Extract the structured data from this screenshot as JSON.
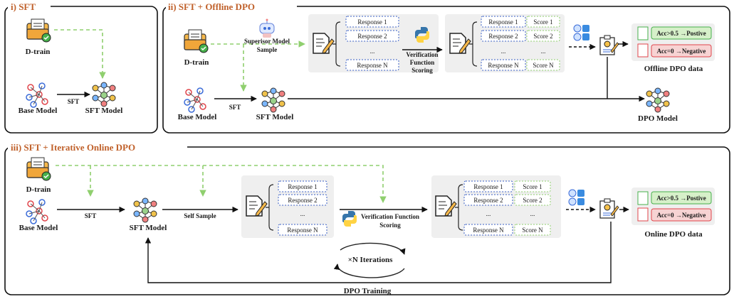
{
  "panels": {
    "sft": {
      "title": "i) SFT",
      "dtrain": "D-train",
      "base": "Base Model",
      "arrow": "SFT",
      "sftmodel": "SFT Model"
    },
    "offline": {
      "title": "ii)  SFT + Offline DPO",
      "dtrain": "D-train",
      "superior1": "Superisor Model",
      "superior2": "Sample",
      "responses": [
        "Response 1",
        "Response 2",
        "...",
        "Response N"
      ],
      "verif": [
        "Verification",
        "Function",
        "Scoring"
      ],
      "scores": [
        "Score 1",
        "Score 2",
        "...",
        "Score N"
      ],
      "positive": "Acc>0.5 →Postive",
      "negative": "Acc=0 →Negative",
      "data_label": "Offline DPO data",
      "base": "Base Model",
      "sft_arrow": "SFT",
      "sftmodel": "SFT Model",
      "dpomodel": "DPO Model"
    },
    "online": {
      "title": "iii) SFT + Iterative Online DPO",
      "dtrain": "D-train",
      "base": "Base Model",
      "sft_arrow": "SFT",
      "sftmodel": "SFT Model",
      "selfsample": "Self Sample",
      "responses": [
        "Response 1",
        "Response 2",
        "...",
        "Response N"
      ],
      "verif1": "Verification Function",
      "verif2": "Scoring",
      "scores": [
        "Score 1",
        "Score 2",
        "...",
        "Score N"
      ],
      "positive": "Acc>0.5 →Postive",
      "negative": "Acc=0 →Negative",
      "data_label": "Online DPO data",
      "iter": "×N  Iterations",
      "dpotraining": "DPO Training"
    }
  },
  "colors": {
    "title": "#c0612b",
    "green_dash": "#8fcf6e",
    "blue_dash": "#3a5fc4",
    "gray_box": "#efefef",
    "pos": "#d6f0c9",
    "neg": "#f7d3d3"
  }
}
